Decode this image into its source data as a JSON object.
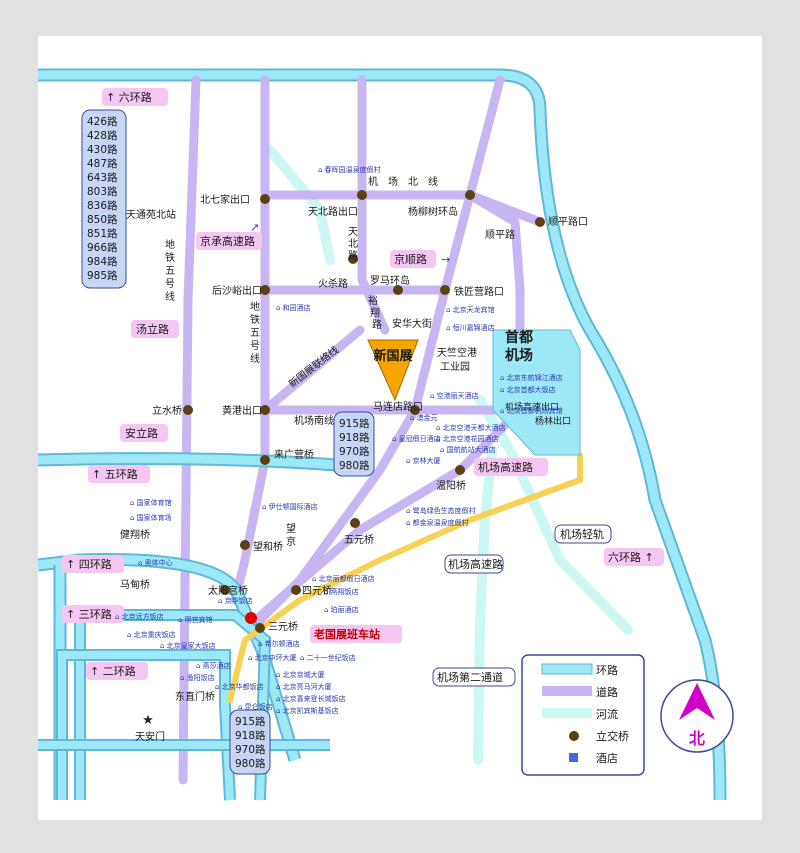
{
  "map": {
    "center_label": "新国展",
    "airport_label": [
      "首都",
      "机场"
    ],
    "old_station_label": "老国展班车站",
    "compass_label": "北"
  },
  "rings": {
    "r6": "六环路",
    "r5": "五环路",
    "r4": "四环路",
    "r3": "三环路",
    "r2": "二环路",
    "r6_right": "六环路"
  },
  "roads": {
    "jingcheng": "京承高速路",
    "jingshun": "京顺路",
    "tangli": "汤立路",
    "anli": "安立路",
    "airport_expwy": "机场高速路",
    "airport_expwy2": "机场高速路",
    "airport_rail": "机场轻轨",
    "airport_2nd": "机场第二通道",
    "airport_north": "机　场　北　线",
    "airport_south": "机场南线",
    "xinguozhan_link": "新国展联络线",
    "huosha": "火杀路",
    "tianbei": [
      "天",
      "北",
      "路"
    ],
    "yuyang": [
      "裕",
      "翔",
      "路"
    ],
    "anhua": "安华大街",
    "metro5_left": [
      "地",
      "铁",
      "五",
      "号",
      "线"
    ],
    "metro5_right": [
      "地",
      "铁",
      "五",
      "号",
      "线"
    ],
    "tianzhu": [
      "天竺空港",
      "工业园"
    ],
    "wangjing": [
      "望",
      "京"
    ],
    "shunping": "顺平路",
    "airport_exit": "机场高速出口",
    "yanglin_exit": "杨林出口"
  },
  "bus_routes_top": [
    "426路",
    "428路",
    "430路",
    "487路",
    "643路",
    "803路",
    "836路",
    "850路",
    "851路",
    "966路",
    "984路",
    "985路"
  ],
  "bus_routes_mid": [
    "915路",
    "918路",
    "970路",
    "980路"
  ],
  "bus_routes_bottom": [
    "915路",
    "918路",
    "970路",
    "980路"
  ],
  "interchanges": {
    "beiqijia": "北七家出口",
    "tianbei_exit": "天北路出口",
    "yangliushu": "杨柳树环岛",
    "shunping_exit": "顺平路口",
    "houshayu": "后沙峪出口",
    "luoma": "罗马环岛",
    "tiejiang": "铁匠营路口",
    "huanggang": "黄港出口",
    "maliandian": "马连店路口",
    "lijiao": "立水桥",
    "laiguangying": "来广营桥",
    "wenyu": "温阳桥",
    "wangheqiao": "望和桥",
    "wuyuan": "五元桥",
    "taiyanggong": "太阳宫桥",
    "siyuan": "四元桥",
    "sanyuan": "三元桥",
    "dongzhimen": "东直门桥",
    "jiande": "健翔桥",
    "madian": "马甸桥",
    "tiananmen": "天安门",
    "tianyuan": "天通苑北站"
  },
  "hotels": [
    "春晖园温泉度假村",
    "和园酒店",
    "北京天龙宾馆",
    "恒川嘉锦酒店",
    "北京东航锦江酒店",
    "北京首都大饭店",
    "北京首都机场宾馆",
    "空港丽天酒店",
    "澳金元",
    "北京空港天都大酒店",
    "北京空港花园酒店",
    "皇冠假日酒店",
    "国航航站大酒店",
    "京林大厦",
    "鹭岛绿色生态度假村",
    "都金泉温泉度假村",
    "国家体育馆",
    "国家体育场",
    "奥体中心",
    "伊仕顿国际酒店",
    "北京丽都假日酒店",
    "燕翔饭店",
    "珀丽酒店",
    "北京远方饭店",
    "明宫宾馆",
    "北京重庆饭店",
    "北京皇家大饭店",
    "京华饭店",
    "希尔顿酒店",
    "北京中环大厦",
    "二十一世纪饭店",
    "燕莎酒店",
    "北京京城大厦",
    "北京亮马河大厦",
    "北京喜来登长城饭店",
    "渔阳饭店",
    "北京华都饭店",
    "北京凯宾斯基饭店",
    "昆仑饭店"
  ],
  "legend": {
    "items": [
      {
        "key": "ring",
        "label": "环路",
        "color": "#9de8f6"
      },
      {
        "key": "road",
        "label": "道路",
        "color": "#c7b6f2"
      },
      {
        "key": "river",
        "label": "河流",
        "color": "#cdf7f3"
      },
      {
        "key": "bridge",
        "label": "立交桥",
        "color": "#5b4010"
      },
      {
        "key": "hotel",
        "label": "酒店",
        "color": "#4169e1"
      }
    ]
  },
  "colors": {
    "ring": "#9de8f6",
    "ring_edge": "#5fb8d8",
    "road": "#c7b6f2",
    "river": "#cdf7f3",
    "yellow_line": "#f7d154",
    "center": "#f7a600",
    "label_bg": "#f5c6f2",
    "route_bg": "#c7d6f5",
    "compass": "#d100c8"
  }
}
